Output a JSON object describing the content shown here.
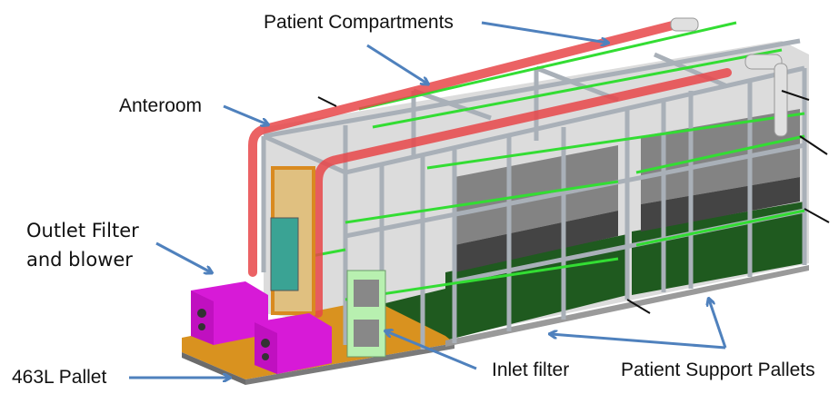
{
  "diagram": {
    "type": "labeled 3D CAD rendering",
    "colors": {
      "arrow": "#4f81bd",
      "red_duct": "#e8474a",
      "green_bar": "#33dd33",
      "frame_gray": "#a9b0b8",
      "panel_dark_green": "#1f5a1f",
      "blower_magenta": "#d71ad7",
      "pallet_orange": "#d9921f",
      "inlet_filter_green": "#b8f0b0",
      "background_panel": "#dcdcdc"
    },
    "labels": [
      {
        "id": "patient-compartments",
        "text": "Patient Compartments"
      },
      {
        "id": "anteroom",
        "text": "Anteroom"
      },
      {
        "id": "outlet-filter",
        "text": "Outlet Filter\nand blower",
        "line1": "Outlet Filter",
        "line2": "and blower"
      },
      {
        "id": "pallet-463l",
        "text": "463L Pallet"
      },
      {
        "id": "inlet-filter",
        "text": "Inlet filter"
      },
      {
        "id": "patient-support-pallets",
        "text": "Patient Support Pallets"
      }
    ]
  }
}
